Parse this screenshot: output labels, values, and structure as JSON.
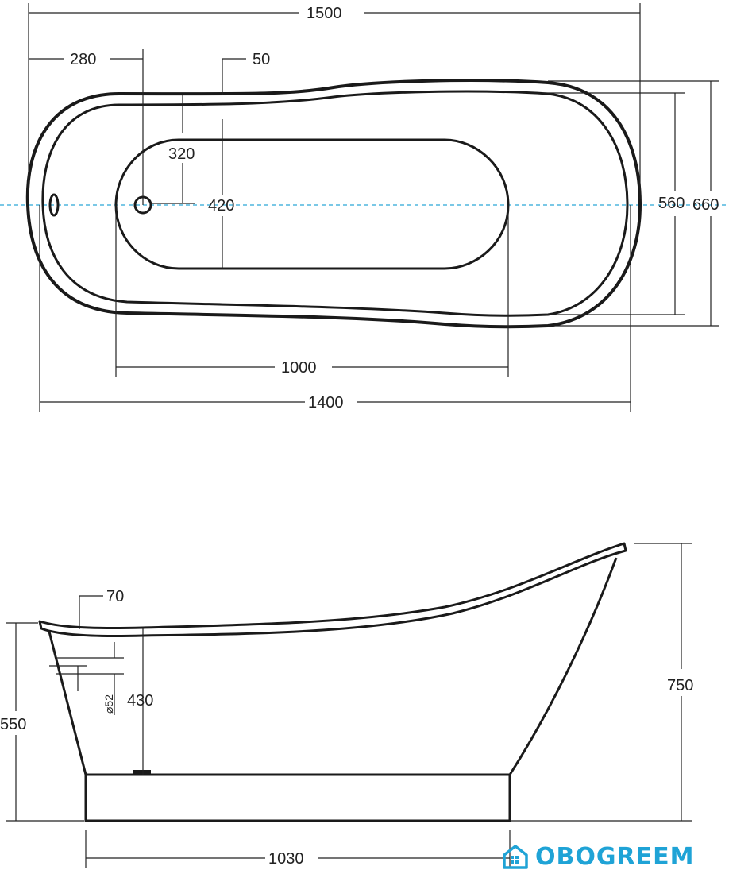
{
  "top_view": {
    "dims": {
      "total_length": "1500",
      "outlet_offset": "280",
      "rim_width": "50",
      "outlet_to_edge": "320",
      "inner_width": "420",
      "inner_rim_width": "560",
      "total_width": "660",
      "inner_length": "1000",
      "base_length": "1400"
    }
  },
  "side_view": {
    "dims": {
      "rim_thickness": "70",
      "overflow_diameter": "⌀52",
      "drain_height": "430",
      "front_height": "550",
      "back_height": "750",
      "base_length": "1030"
    }
  },
  "brand": {
    "name": "OBOGREEM",
    "color": "#1fa3d6"
  }
}
